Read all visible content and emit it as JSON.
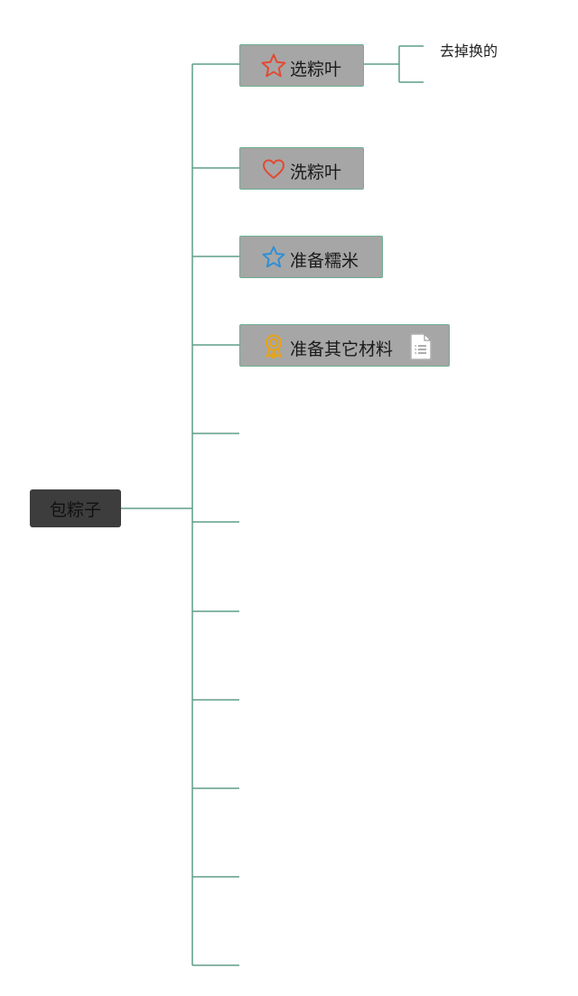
{
  "root": {
    "label": "包粽子"
  },
  "topics": [
    {
      "label": "选粽叶",
      "icon": "star-outline-icon",
      "icon_color": "#e24a33"
    },
    {
      "label": "洗粽叶",
      "icon": "heart-outline-icon",
      "icon_color": "#e24a33"
    },
    {
      "label": "准备糯米",
      "icon": "star-outline-icon",
      "icon_color": "#2f8fd6"
    },
    {
      "label": "准备其它材料",
      "icon": "award-medal-icon",
      "icon_color": "#e8a317",
      "attachment_icon": "document-icon"
    }
  ],
  "subtopics": [
    {
      "parent": "选粽叶",
      "label": "去掉换的"
    }
  ],
  "colors": {
    "line": "#5e9e85",
    "root_fill": "#3d3d3d",
    "topic_fill": "#a6a6a6",
    "topic_border": "#6fae92"
  }
}
